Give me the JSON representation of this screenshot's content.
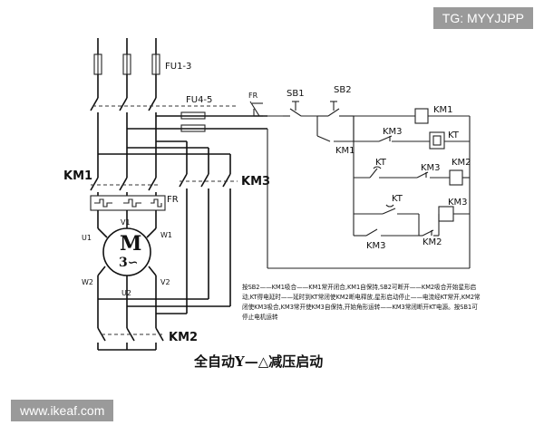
{
  "watermarks": {
    "top_right": "TG: MYYJJPP",
    "bottom_left": "www.ikeaf.com"
  },
  "diagram": {
    "title": "全自动Y—△减压启动",
    "fuses": {
      "main": "FU1-3",
      "control": "FU4-5"
    },
    "contactors": {
      "km1": "KM1",
      "km2": "KM2",
      "km3": "KM3"
    },
    "thermal_relay": "FR",
    "motor": {
      "symbol": "M",
      "phase": "3∽",
      "terminals": [
        "U1",
        "V1",
        "W1",
        "W2",
        "U2",
        "V2"
      ]
    },
    "control_circuit": {
      "fr_contact": "FR",
      "sb1": "SB1",
      "sb2": "SB2",
      "km1_coil": "KM1",
      "km1_hold": "KM1",
      "km3_nc_1": "KM3",
      "kt_coil": "KT",
      "kt_contact_1": "KT",
      "km3_nc_2": "KM3",
      "km2_coil": "KM2",
      "kt_contact_2": "KT",
      "km3_coil": "KM3",
      "km2_nc": "KM2",
      "km3_hold": "KM3"
    },
    "description": "按SB2——KM1吸合——KM1常开闭合,KM1自保持,SB2可断开——KM2吸合开始星形启动,KT得电延时——延时到KT常闭使KM2断电释放,星形启动停止——电流经KT常开,KM2常闭使KM3吸合,KM3常开使KM3自保持,开始角形运转——KM3常闭断开KT电源。按SB1可停止电机运转"
  }
}
